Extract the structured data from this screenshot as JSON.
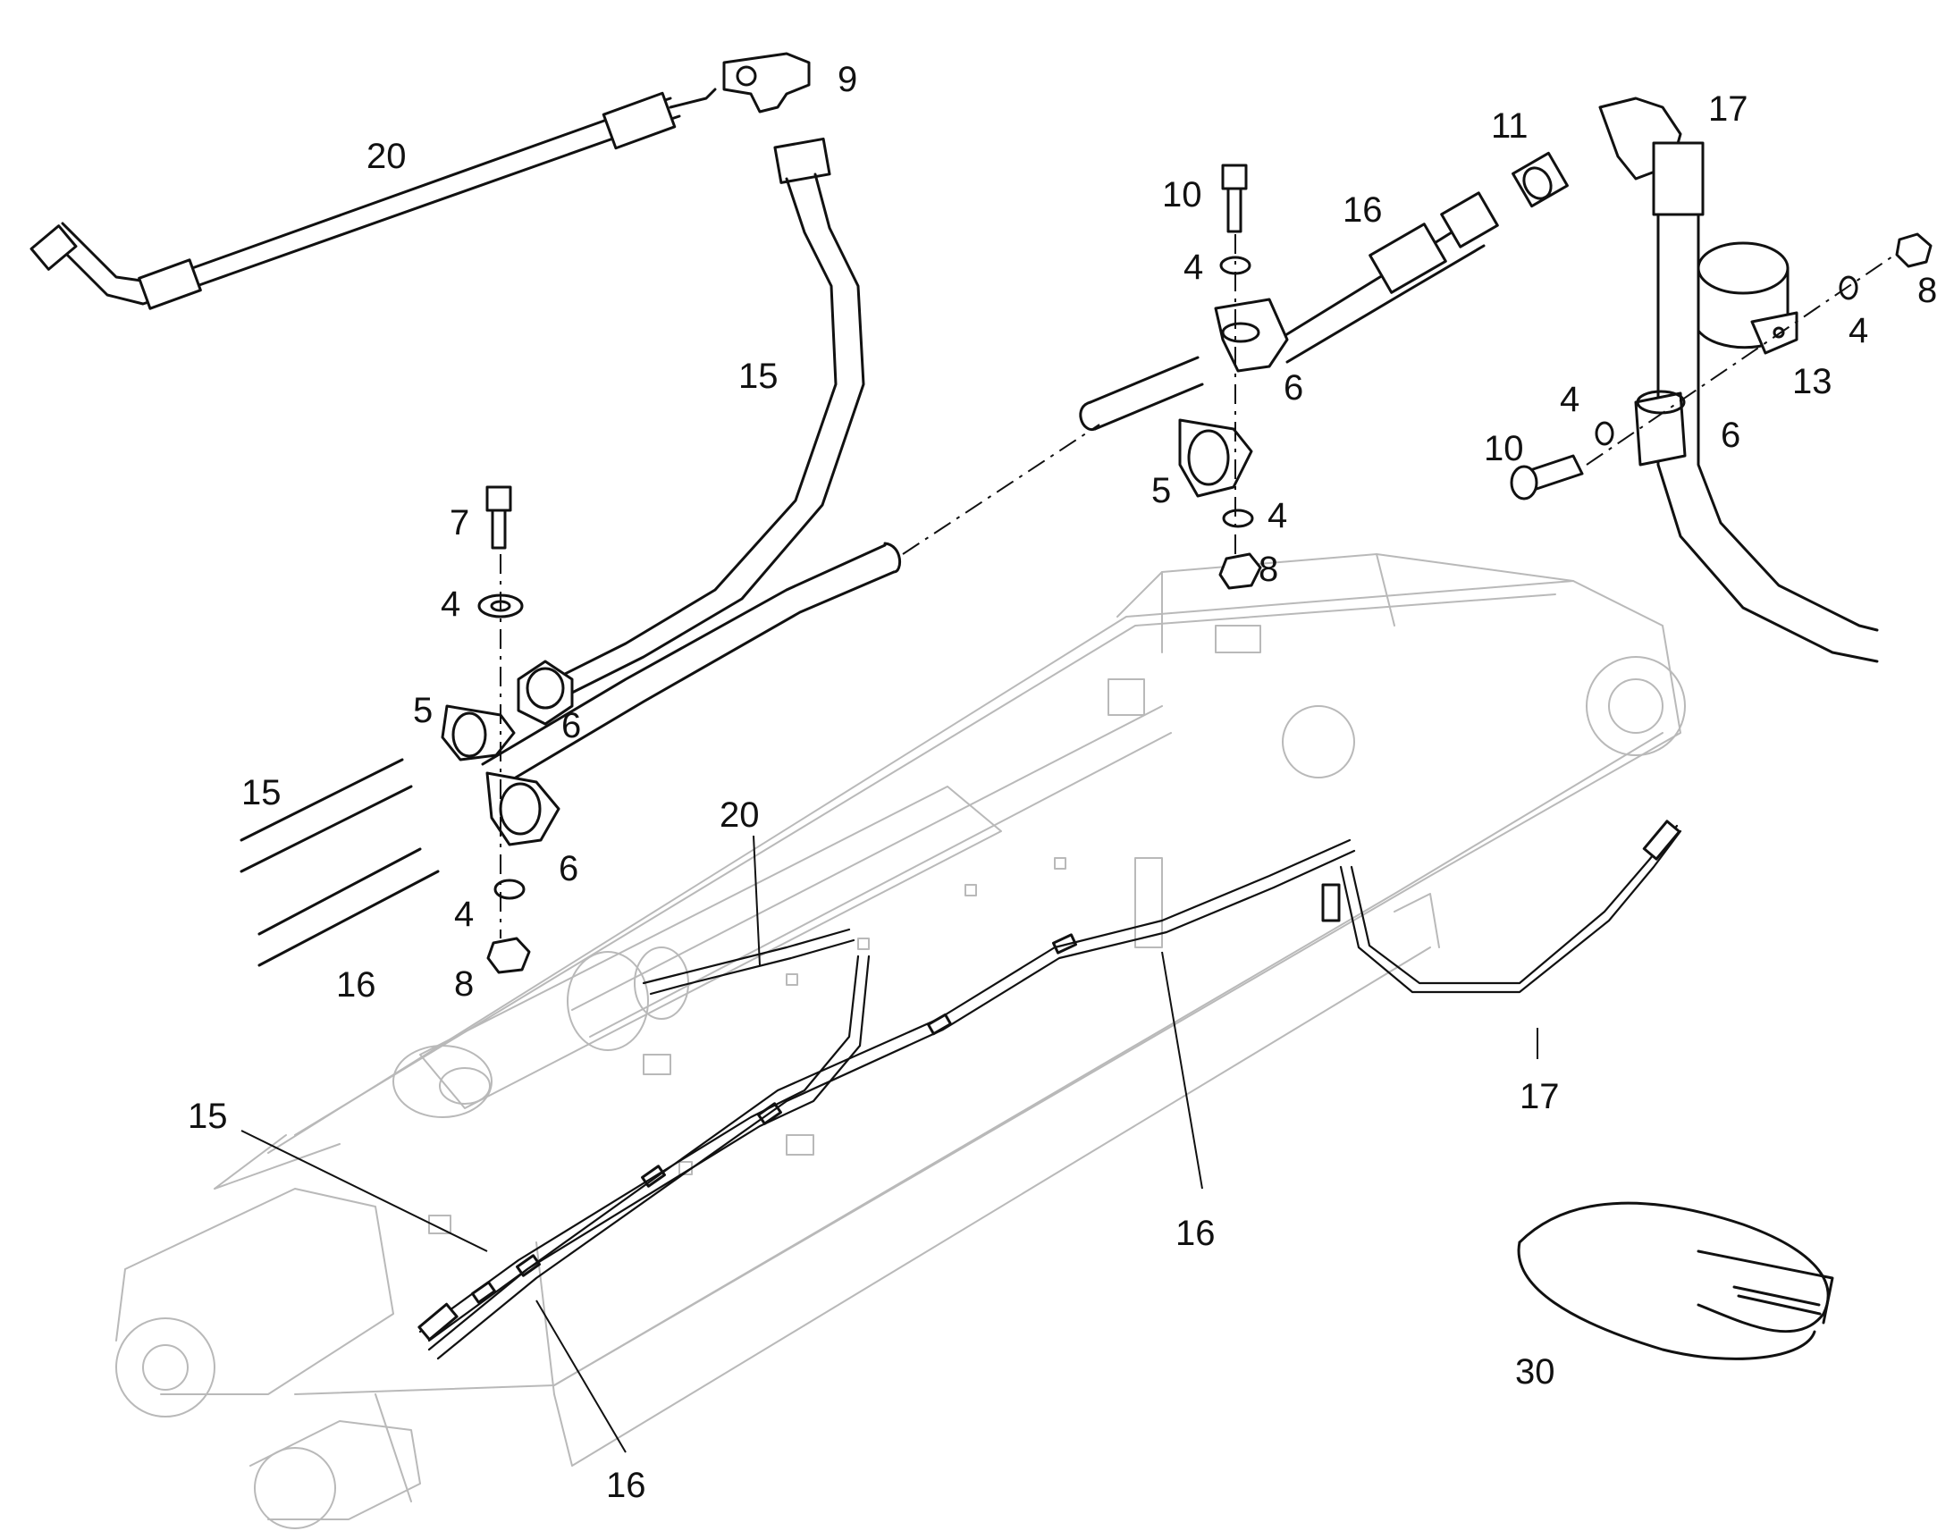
{
  "diagram": {
    "background": "#ffffff",
    "line_color": "#111111",
    "ghost_color": "#b9b9b9",
    "callouts": [
      {
        "id": "c-9",
        "text": "9"
      },
      {
        "id": "c-20a",
        "text": "20"
      },
      {
        "id": "c-15a",
        "text": "15"
      },
      {
        "id": "c-7",
        "text": "7"
      },
      {
        "id": "c-4a",
        "text": "4"
      },
      {
        "id": "c-5a",
        "text": "5"
      },
      {
        "id": "c-6a",
        "text": "6"
      },
      {
        "id": "c-15b",
        "text": "15"
      },
      {
        "id": "c-6b",
        "text": "6"
      },
      {
        "id": "c-4b",
        "text": "4"
      },
      {
        "id": "c-8a",
        "text": "8"
      },
      {
        "id": "c-16a",
        "text": "16"
      },
      {
        "id": "c-10a",
        "text": "10"
      },
      {
        "id": "c-4c",
        "text": "4"
      },
      {
        "id": "c-16b",
        "text": "16"
      },
      {
        "id": "c-6c",
        "text": "6"
      },
      {
        "id": "c-5b",
        "text": "5"
      },
      {
        "id": "c-4d",
        "text": "4"
      },
      {
        "id": "c-8b",
        "text": "8"
      },
      {
        "id": "c-11",
        "text": "11"
      },
      {
        "id": "c-17a",
        "text": "17"
      },
      {
        "id": "c-8c",
        "text": "8"
      },
      {
        "id": "c-4e",
        "text": "4"
      },
      {
        "id": "c-13",
        "text": "13"
      },
      {
        "id": "c-4f",
        "text": "4"
      },
      {
        "id": "c-10b",
        "text": "10"
      },
      {
        "id": "c-6d",
        "text": "6"
      },
      {
        "id": "c-20b",
        "text": "20"
      },
      {
        "id": "c-17b",
        "text": "17"
      },
      {
        "id": "c-15c",
        "text": "15"
      },
      {
        "id": "c-16c",
        "text": "16"
      },
      {
        "id": "c-16d",
        "text": "16"
      },
      {
        "id": "c-30",
        "text": "30"
      }
    ]
  }
}
